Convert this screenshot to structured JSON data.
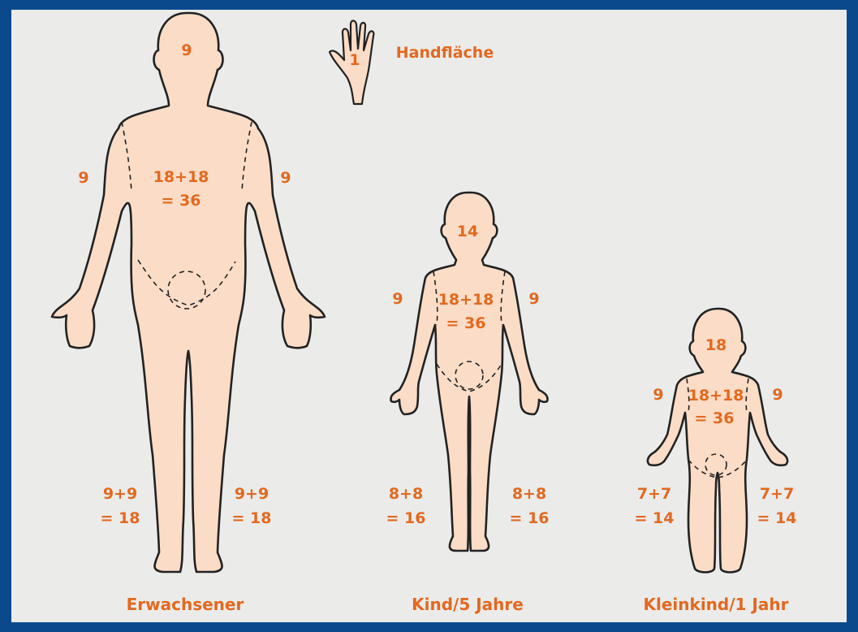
{
  "colors": {
    "frame": "#0a4a8c",
    "background": "#ebebea",
    "skin": "#fbdcc6",
    "label": "#e2691f",
    "outline": "#222222"
  },
  "hand": {
    "value": "1",
    "label": "Handfläche"
  },
  "adult": {
    "caption": "Erwachsener",
    "head": "9",
    "arm_left": "9",
    "arm_right": "9",
    "trunk_line1": "18+18",
    "trunk_line2": "= 36",
    "leg_left_line1": "9+9",
    "leg_left_line2": "= 18",
    "leg_right_line1": "9+9",
    "leg_right_line2": "= 18"
  },
  "child": {
    "caption": "Kind/5 Jahre",
    "head": "14",
    "arm_left": "9",
    "arm_right": "9",
    "trunk_line1": "18+18",
    "trunk_line2": "= 36",
    "leg_left_line1": "8+8",
    "leg_left_line2": "= 16",
    "leg_right_line1": "8+8",
    "leg_right_line2": "= 16"
  },
  "toddler": {
    "caption": "Kleinkind/1 Jahr",
    "head": "18",
    "arm_left": "9",
    "arm_right": "9",
    "trunk_line1": "18+18",
    "trunk_line2": "= 36",
    "leg_left_line1": "7+7",
    "leg_left_line2": "= 14",
    "leg_right_line1": "7+7",
    "leg_right_line2": "= 14"
  }
}
